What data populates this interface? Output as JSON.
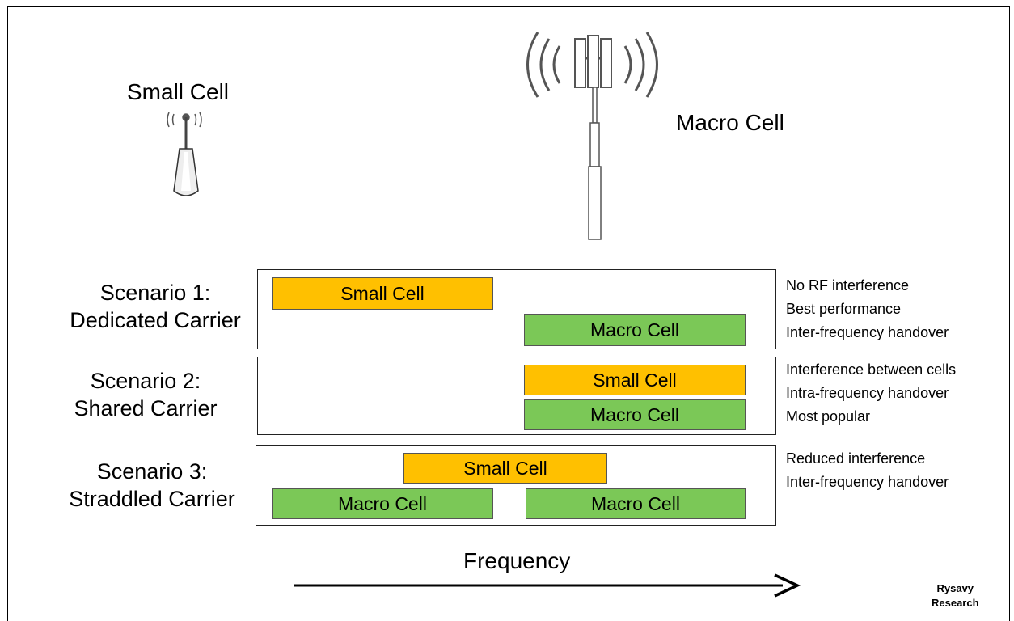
{
  "icons": {
    "small_cell": "small-cell-antenna-icon",
    "macro_cell": "macro-cell-tower-icon",
    "arrow": "frequency-arrow-icon"
  },
  "header": {
    "small_cell_label": "Small Cell",
    "macro_cell_label": "Macro Cell"
  },
  "colors": {
    "small_cell_band": "#FFC000",
    "macro_cell_band": "#7BC857"
  },
  "scenarios": [
    {
      "line1": "Scenario 1:",
      "line2": "Dedicated Carrier",
      "bands": [
        "Small Cell",
        "Macro Cell"
      ],
      "notes": [
        "No RF interference",
        "Best performance",
        "Inter-frequency  handover"
      ]
    },
    {
      "line1": "Scenario 2:",
      "line2": "Shared Carrier",
      "bands": [
        "Small Cell",
        "Macro Cell"
      ],
      "notes": [
        "Interference  between cells",
        "Intra-frequency  handover",
        "Most popular"
      ]
    },
    {
      "line1": "Scenario 3:",
      "line2": "Straddled Carrier",
      "bands": [
        "Small Cell",
        "Macro Cell",
        "Macro Cell"
      ],
      "notes": [
        "Reduced interference",
        "Inter-frequency  handover"
      ]
    }
  ],
  "axis": {
    "label": "Frequency"
  },
  "credit": {
    "line1": "Rysavy",
    "line2": "Research"
  }
}
